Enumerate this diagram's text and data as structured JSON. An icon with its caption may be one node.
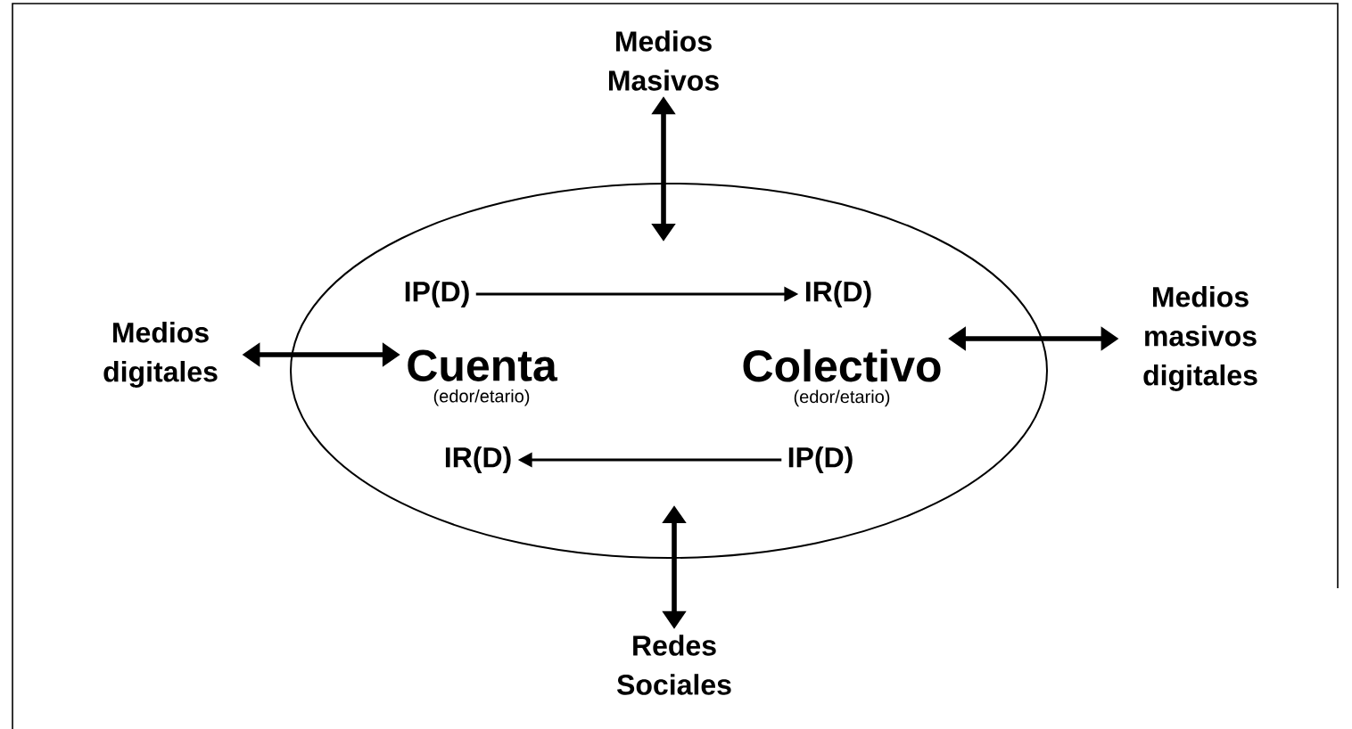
{
  "diagram": {
    "nodes": [
      {
        "text": [
          "Medios Masivos"
        ]
      },
      {
        "text": [],
        "shape": "ellipse"
      },
      {
        "text": [
          "IP(D)"
        ],
        "in": 1
      },
      {
        "text": [
          "IR(D)"
        ],
        "in": 1
      },
      {
        "text": [
          "Medios digitales"
        ]
      },
      {
        "text": [
          "Cuenta",
          "(edor/etario)"
        ],
        "in": 1
      },
      {
        "text": [
          "Colectivo",
          "(edor/etario)"
        ],
        "in": 1
      },
      {
        "text": [
          "Medios masivos digitales"
        ]
      },
      {
        "text": [
          "IR(D)"
        ],
        "in": 1
      },
      {
        "text": [
          "IP(D)"
        ],
        "in": 1
      },
      {
        "text": [
          "Redes Sociales"
        ]
      }
    ],
    "edges": [
      {
        "from": 0,
        "to": 1,
        "arrow": "both"
      },
      {
        "from": 2,
        "to": 3,
        "arrow": "to"
      },
      {
        "from": 4,
        "to": 5,
        "arrow": "both"
      },
      {
        "from": 6,
        "to": 7,
        "arrow": "both"
      },
      {
        "from": 9,
        "to": 8,
        "arrow": "to"
      },
      {
        "from": 1,
        "to": 10,
        "arrow": "both"
      }
    ]
  }
}
